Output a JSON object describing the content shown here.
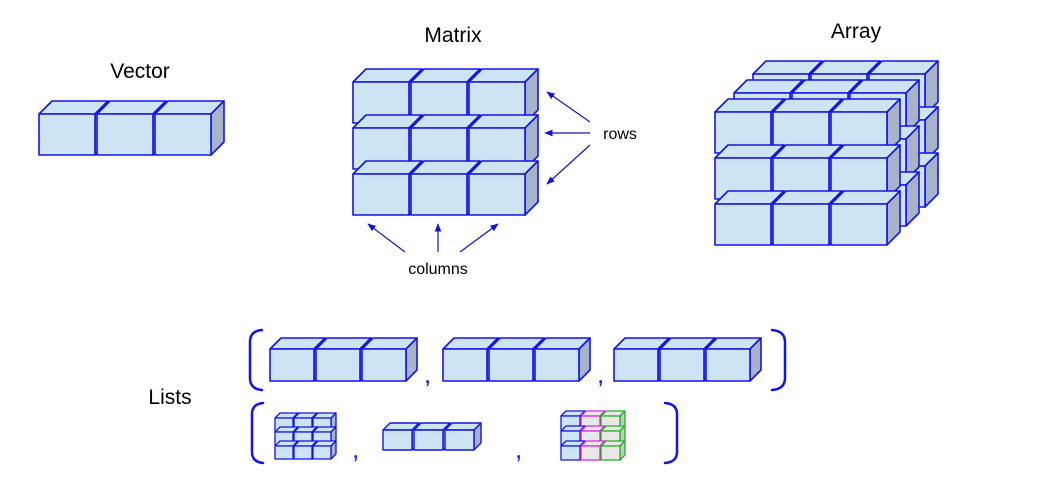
{
  "labels": {
    "vector": "Vector",
    "matrix": "Matrix",
    "array": "Array",
    "rows": "rows",
    "columns": "columns",
    "lists": "Lists",
    "comma": ","
  },
  "colors": {
    "cell_fill": "#cde4f5",
    "cell_edge": "#1414e6",
    "top_face": "#cde4f5",
    "side_face": "#a6b3c9",
    "arrow": "#1414d2",
    "bracket": "#1414e6",
    "highlight_magenta": "#e020e0",
    "highlight_green": "#20b020",
    "highlight_fill": "#e8e8e8"
  }
}
